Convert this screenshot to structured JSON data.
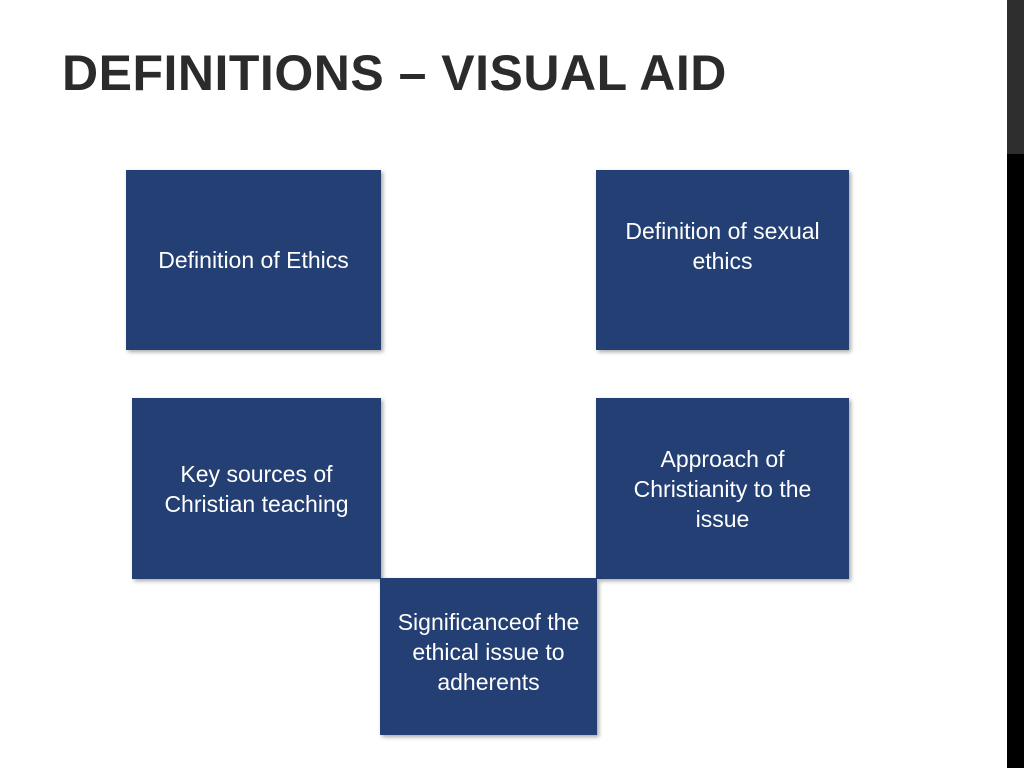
{
  "slide": {
    "title": "DEFINITIONS – VISUAL AID",
    "boxes": {
      "ethics": "Definition of Ethics",
      "sexual_ethics": "Definition of sexual ethics",
      "key_sources": "Key sources of Christian teaching",
      "approach": "Approach of Christianity to the issue",
      "significance": "Significanceof the ethical issue to adherents"
    }
  },
  "colors": {
    "box_fill": "#243f73",
    "box_text": "#ffffff",
    "title_text": "#2b2b2b",
    "side_bar": "#000000",
    "side_bar_top": "#2e2e2e"
  }
}
